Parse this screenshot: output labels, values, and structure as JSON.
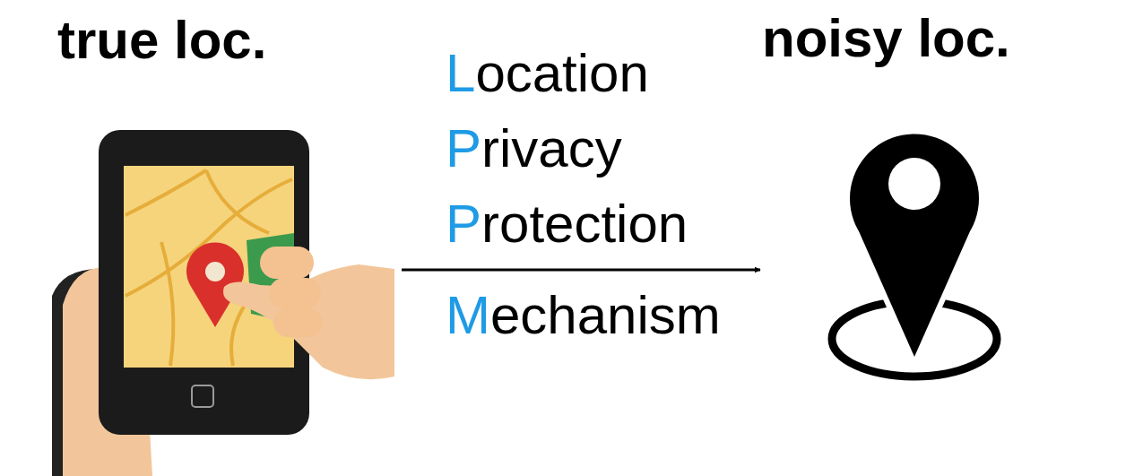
{
  "diagram": {
    "nodes": [
      {
        "text": [
          "true loc."
        ]
      },
      {
        "text": [
          "noisy loc."
        ]
      }
    ],
    "edges": [
      {
        "from": 0,
        "to": 1,
        "arrow": "to",
        "label": "Location Privacy Protection Mechanism"
      }
    ]
  }
}
